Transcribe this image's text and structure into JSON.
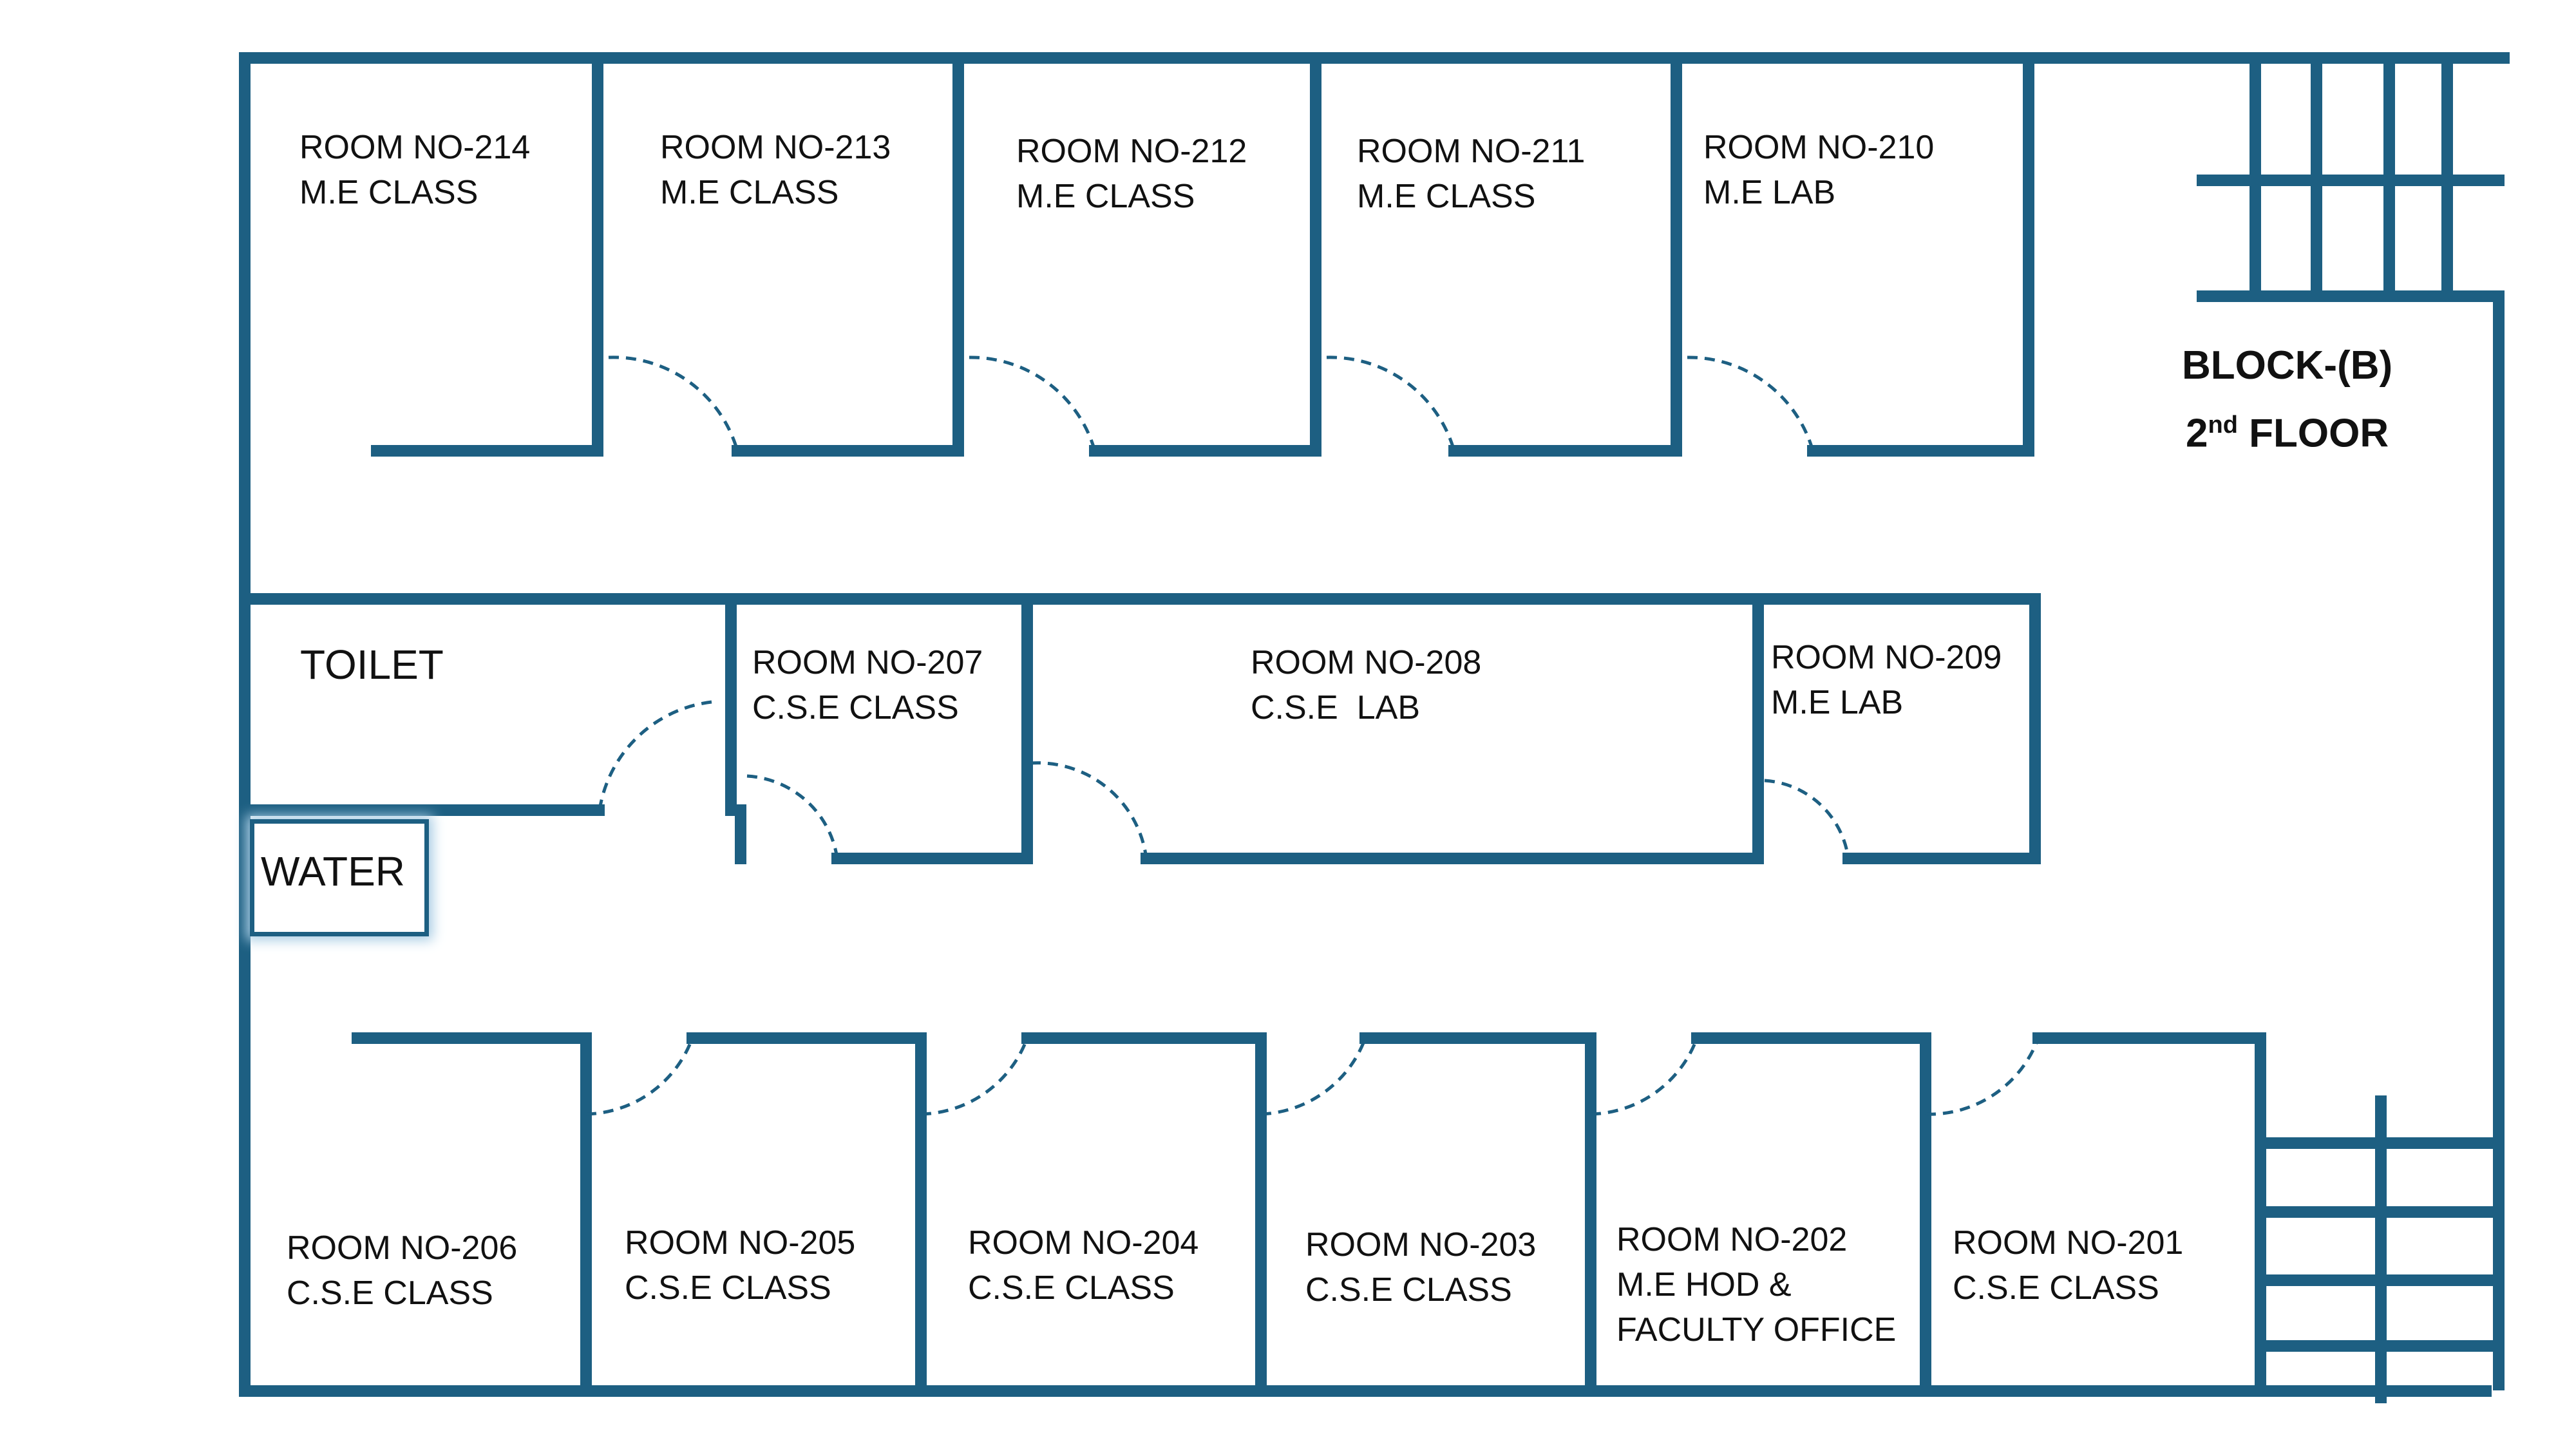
{
  "colors": {
    "wall": "#1d5f82",
    "text": "#111111",
    "background": "#ffffff"
  },
  "block": {
    "line1": "BLOCK-(B)",
    "floor_number": "2",
    "floor_suffix": "nd",
    "floor_word": "FLOOR"
  },
  "rooms": {
    "r214": {
      "number": "ROOM NO-214",
      "use": "M.E CLASS"
    },
    "r213": {
      "number": "ROOM NO-213",
      "use": "M.E CLASS"
    },
    "r212": {
      "number": "ROOM NO-212",
      "use": "M.E CLASS"
    },
    "r211": {
      "number": "ROOM NO-211",
      "use": "M.E CLASS"
    },
    "r210": {
      "number": "ROOM NO-210",
      "use": "M.E LAB"
    },
    "r207": {
      "number": "ROOM NO-207",
      "use": "C.S.E CLASS"
    },
    "r208": {
      "number": "ROOM NO-208",
      "use": "C.S.E  LAB"
    },
    "r209": {
      "number": "ROOM NO-209",
      "use": "M.E LAB"
    },
    "r206": {
      "number": "ROOM NO-206",
      "use": "C.S.E CLASS"
    },
    "r205": {
      "number": "ROOM NO-205",
      "use": "C.S.E CLASS"
    },
    "r204": {
      "number": "ROOM NO-204",
      "use": "C.S.E CLASS"
    },
    "r203": {
      "number": "ROOM NO-203",
      "use": "C.S.E CLASS"
    },
    "r202": {
      "number": "ROOM NO-202",
      "use": "M.E HOD &",
      "use2": "FACULTY OFFICE"
    },
    "r201": {
      "number": "ROOM NO-201",
      "use": "C.S.E CLASS"
    }
  },
  "toilet": "TOILET",
  "water": "WATER"
}
